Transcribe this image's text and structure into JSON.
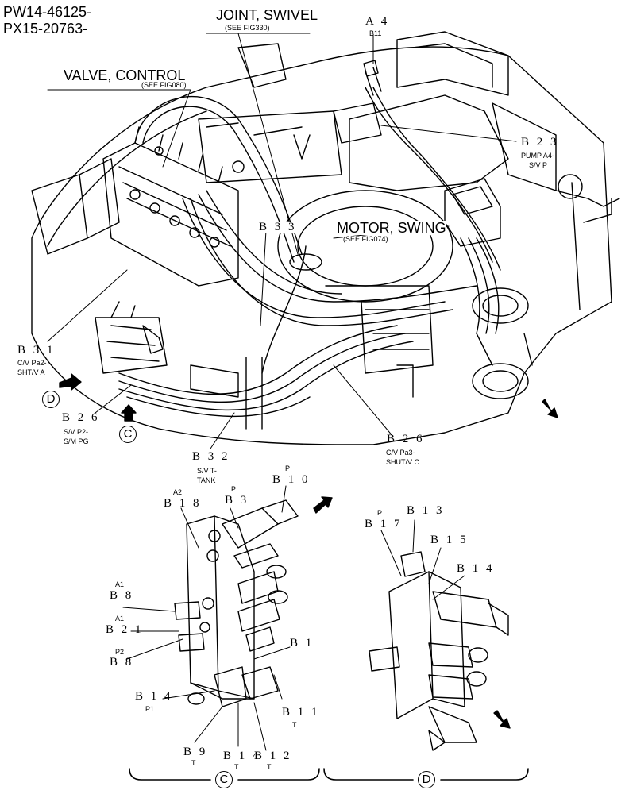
{
  "header": {
    "line1": "PW14-46125-",
    "line2": "PX15-20763-"
  },
  "titles": {
    "joint_swivel": "JOINT, SWIVEL",
    "joint_swivel_ref": "(SEE FIG330)",
    "valve_control": "VALVE, CONTROL",
    "valve_control_ref": "(SEE FIG080)",
    "motor_swing": "MOTOR, SWING",
    "motor_swing_ref": "(SEE FIG074)"
  },
  "callouts": {
    "a4": "A 4",
    "a4_sub": "B11",
    "b23": "B 2 3",
    "b23_sub1": "PUMP A4-",
    "b23_sub2": "S/V P",
    "b33": "B 3 3",
    "b31": "B 3 1",
    "b31_sub1": "C/V Pa2-",
    "b31_sub2": "SHT/V A",
    "b26a": "B 2 6",
    "b26a_sub1": "S/V P2-",
    "b26a_sub2": "S/M PG",
    "b32": "B 3 2",
    "b32_sub1": "S/V T-",
    "b32_sub2": "TANK",
    "b26b": "B 2 6",
    "b26b_sub1": "C/V Pa3-",
    "b26b_sub2": "SHUT/V C",
    "b10_port": "P",
    "b10": "B 1 0",
    "b3_port": "P",
    "b3": "B 3",
    "b18_port": "A2",
    "b18": "B 1 8",
    "b8a_port": "A1",
    "b8a": "B 8",
    "b21_port": "A1",
    "b21": "B 2 1",
    "b8b_port": "P2",
    "b8b": "B 8",
    "b1": "B 1",
    "b14a": "B 1 4",
    "b14a_port": "P1",
    "b11": "B 1 1",
    "b11_port": "T",
    "b9": "B 9",
    "b9_port": "T",
    "b14b": "B 1 4",
    "b14b_port": "T",
    "b12": "B 1 2",
    "b12_port": "T",
    "b13": "B 1 3",
    "b17_port": "P",
    "b17": "B 1 7",
    "b15": "B 1 5",
    "b14c": "B 1 4"
  },
  "views": {
    "d_mark": "D",
    "c_mark": "C",
    "c_view": "C",
    "d_view": "D"
  }
}
